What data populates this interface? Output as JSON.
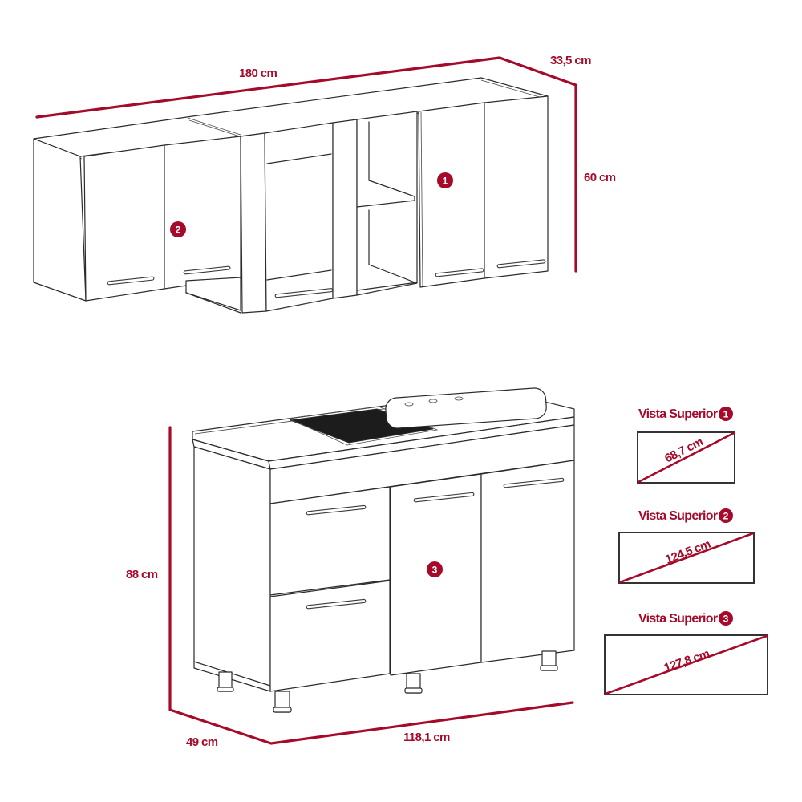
{
  "colors": {
    "accent": "#a50a2a",
    "line": "#2b2b2b",
    "background": "#ffffff"
  },
  "upper_cabinet": {
    "dimensions": {
      "width": "180 cm",
      "depth": "33,5 cm",
      "height": "60 cm"
    },
    "badges": {
      "module_1": "1",
      "module_2": "2"
    }
  },
  "lower_cabinet": {
    "dimensions": {
      "height": "88 cm",
      "depth": "49 cm",
      "width": "118,1 cm"
    },
    "badges": {
      "module_3": "3"
    }
  },
  "top_views": [
    {
      "title": "Vista Superior",
      "badge": "1",
      "diagonal": "68,7 cm"
    },
    {
      "title": "Vista Superior",
      "badge": "2",
      "diagonal": "124,5 cm"
    },
    {
      "title": "Vista Superior",
      "badge": "3",
      "diagonal": "127,8 cm"
    }
  ]
}
